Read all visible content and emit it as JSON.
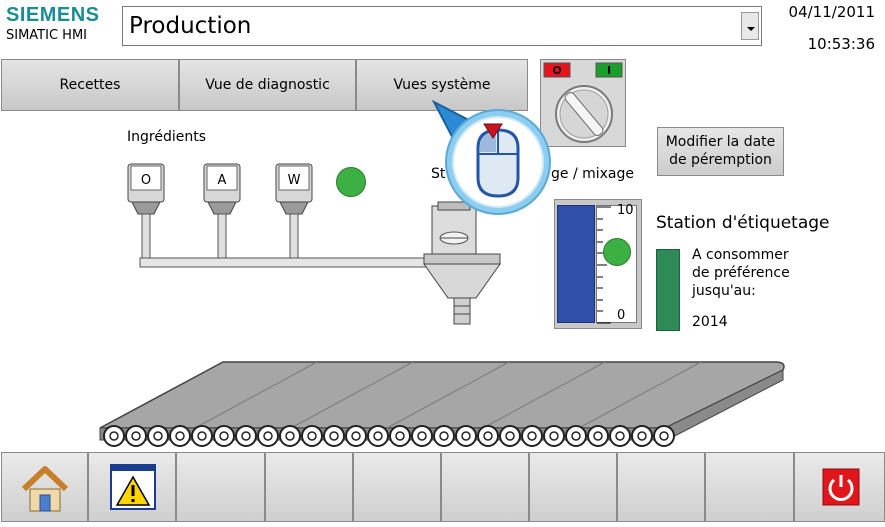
{
  "header": {
    "brand": "SIEMENS",
    "product": "SIMATIC HMI",
    "screen_select": "Production",
    "date": "04/11/2011",
    "time": "10:53:36"
  },
  "nav": {
    "recipes": "Recettes",
    "diagnostics": "Vue de diagnostic",
    "system": "Vues système"
  },
  "switch": {
    "off_label": "O",
    "on_label": "I"
  },
  "expiry_button": {
    "line1": "Modifier la date",
    "line2": "de péremption"
  },
  "ingredients": {
    "title": "Ingrédients",
    "tanks": [
      "O",
      "A",
      "W"
    ],
    "status_color": "#3cb043"
  },
  "mixing": {
    "title_left": "St",
    "title_right": "ge / mixage",
    "gauge_max": "10",
    "gauge_min": "0",
    "fill_color": "#2f4fa8"
  },
  "labeling": {
    "title": "Station d'étiquetage",
    "line1": "A consommer",
    "line2": "de préférence",
    "line3": "jusqu'au:",
    "year": "2014",
    "bar_color": "#2e8b57"
  },
  "bottom_bar": {
    "home_icon": "home-icon",
    "alarm_icon": "warning-icon",
    "power_icon": "power-icon",
    "power_color": "#e0161b"
  },
  "overlay": {
    "cursor_icon": "mouse-click-icon"
  }
}
